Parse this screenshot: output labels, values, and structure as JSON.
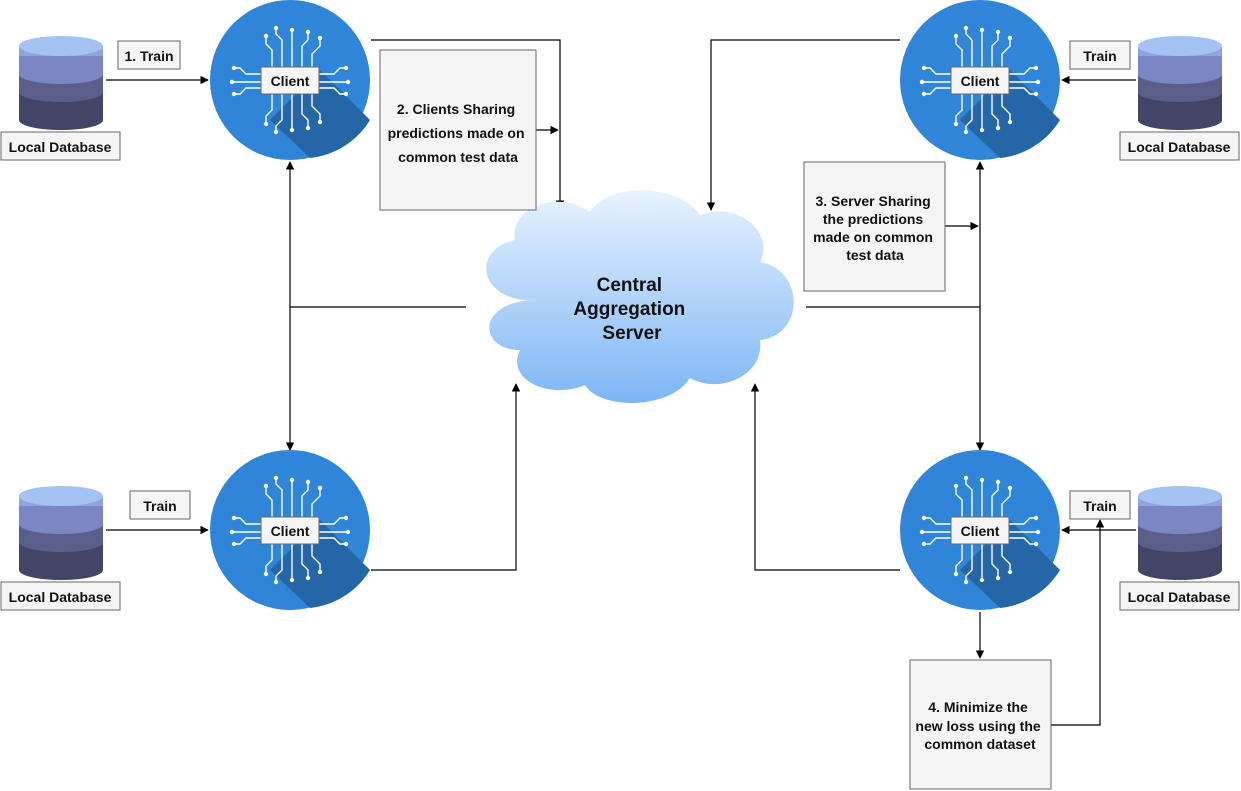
{
  "clients": {
    "top_left": {
      "chip_label": "Client",
      "train_label": "1. Train",
      "db_label": "Local Database"
    },
    "top_right": {
      "chip_label": "Client",
      "train_label": "Train",
      "db_label": "Local Database"
    },
    "bottom_left": {
      "chip_label": "Client",
      "train_label": "Train",
      "db_label": "Local Database"
    },
    "bottom_right": {
      "chip_label": "Client",
      "train_label": "Train",
      "db_label": "Local Database"
    }
  },
  "server": {
    "lines": [
      "Central",
      "Aggregation",
      "Server"
    ]
  },
  "steps": {
    "step2": [
      "2. Clients Sharing",
      "predictions made on",
      "common test data"
    ],
    "step3": [
      "3. Server Sharing",
      "the predictions",
      "made on common",
      "test data"
    ],
    "step4": [
      "4. Minimize the",
      "new loss using the",
      "common dataset"
    ]
  },
  "colors": {
    "client_circle": "#2f86d8",
    "client_shadow": "#2466a6",
    "cloud_top": "#e6f2ff",
    "cloud_bottom": "#7fb7f5",
    "db_top": "#a4c2f4",
    "db_mid": "#7b86c4",
    "db_low": "#5a5f8a",
    "db_bottom": "#424566",
    "label_box": "#f5f5f5"
  }
}
